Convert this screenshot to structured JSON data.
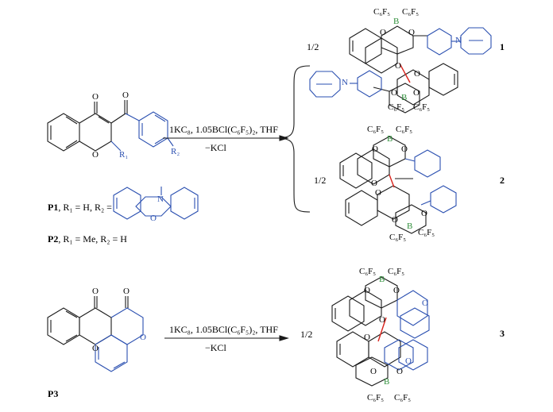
{
  "colors": {
    "black": "#1a1a1a",
    "blue": "#2a4fb0",
    "green": "#2f8f3a",
    "red": "#d8231c"
  },
  "reagents": {
    "top_line1": "1KC₈, 1.05BCl(C₆F₅)₂, THF",
    "top_line2": "−KCl",
    "bottom_line1": "1KC₈, 1.05BCl(C₆F₅)₂, THF",
    "bottom_line2": "−KCl"
  },
  "fractions": {
    "f1": "1/2",
    "f2": "1/2",
    "f3": "1/2"
  },
  "products": {
    "p1": "1",
    "p2": "2",
    "p3": "3"
  },
  "reactants": {
    "p1_id": "P1",
    "p1_text": ", R₁ = H, R₂ =",
    "p2_id": "P2",
    "p2_text": ", R₁ = Me, R₂ = H",
    "p3_id": "P3",
    "r1": "R₁",
    "r2": "R₂"
  },
  "atoms": {
    "O": "O",
    "N": "N",
    "B": "B",
    "C6F5": "C₆F₅"
  }
}
